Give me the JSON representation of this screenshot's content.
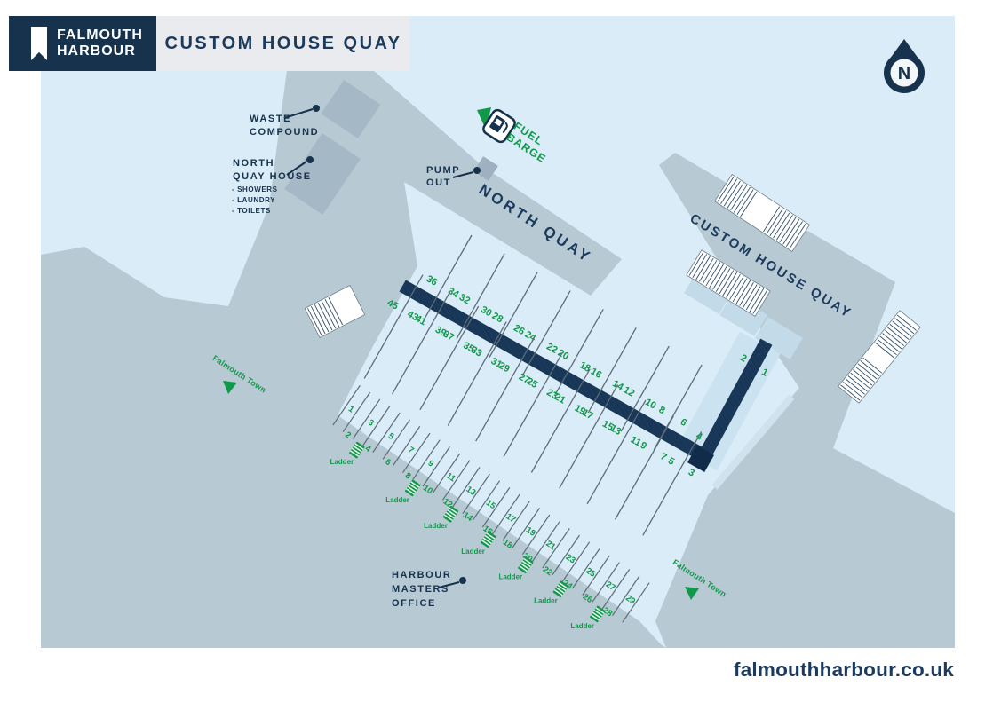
{
  "header": {
    "logo_line1": "FALMOUTH",
    "logo_line2": "HARBOUR",
    "title": "CUSTOM HOUSE QUAY"
  },
  "compass": {
    "label": "N"
  },
  "quays": {
    "north_quay": "NORTH QUAY",
    "custom_house_quay": "CUSTOM HOUSE QUAY"
  },
  "labels": {
    "waste_compound": [
      "WASTE",
      "COMPOUND"
    ],
    "north_quay_house": [
      "NORTH",
      "QUAY HOUSE"
    ],
    "north_quay_house_items": [
      "- SHOWERS",
      "- LAUNDRY",
      "- TOILETS"
    ],
    "pump_out": [
      "PUMP",
      "OUT"
    ],
    "fuel_barge": [
      "FUEL",
      "BARGE"
    ],
    "harbour_masters_office": [
      "HARBOUR",
      "MASTERS",
      "OFFICE"
    ],
    "falmouth_town": "Falmouth Town",
    "ladder": "Ladder"
  },
  "pontoon_berths": {
    "upper_pairs": [
      [
        "36",
        "34"
      ],
      [
        "32",
        "30"
      ],
      [
        "28",
        "26"
      ],
      [
        "24",
        "22"
      ],
      [
        "20",
        "18"
      ],
      [
        "16",
        "14"
      ],
      [
        "12",
        "10"
      ],
      [
        "8",
        "6"
      ]
    ],
    "lower_pairs": [
      [
        "45",
        "43"
      ],
      [
        "41",
        "39"
      ],
      [
        "37",
        "35"
      ],
      [
        "33",
        "31"
      ],
      [
        "29",
        "27"
      ],
      [
        "25",
        "23"
      ],
      [
        "21",
        "19"
      ],
      [
        "17",
        "15"
      ],
      [
        "13",
        "11"
      ],
      [
        "9",
        "7"
      ],
      [
        "5",
        "3"
      ]
    ],
    "corner": [
      "4",
      "2",
      "1"
    ]
  },
  "quay_wall_berths": [
    "1",
    "2",
    "3",
    "4",
    "5",
    "6",
    "7",
    "8",
    "9",
    "10",
    "11",
    "12",
    "13",
    "14",
    "15",
    "16",
    "17",
    "18",
    "19",
    "20",
    "21",
    "22",
    "23",
    "24",
    "25",
    "26",
    "27",
    "28",
    "29"
  ],
  "ladder_count": 7,
  "footer": {
    "website": "falmouthharbour.co.uk"
  },
  "colors": {
    "navy": "#16324d",
    "pontoon_navy": "#1b3a5c",
    "water": "#d9ecf7",
    "land": "#b7c9d3",
    "building": "#a5b8c6",
    "steps": "#c3dbe9",
    "green": "#12984b",
    "title_bg": "#e9ebee"
  }
}
